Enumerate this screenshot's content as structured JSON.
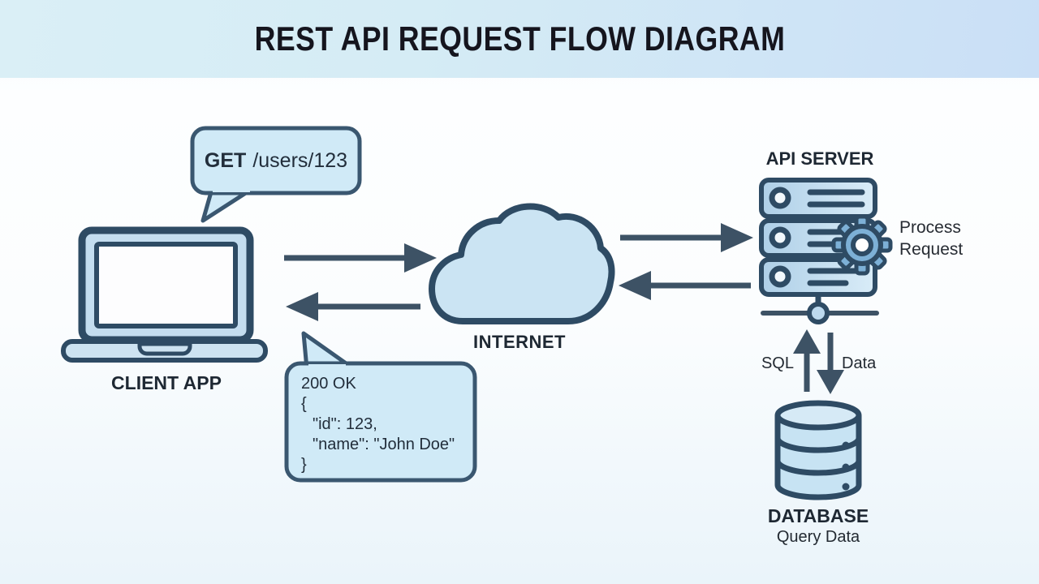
{
  "title": "REST API REQUEST FLOW DIAGRAM",
  "nodes": {
    "client": {
      "label": "CLIENT APP"
    },
    "internet": {
      "label": "INTERNET"
    },
    "api_server": {
      "label": "API SERVER",
      "annotation": "Process Request"
    },
    "database": {
      "label": "DATABASE",
      "sublabel": "Query Data"
    }
  },
  "request_bubble": {
    "method": "GET",
    "path": "/users/123"
  },
  "response_bubble": {
    "lines": [
      "200 OK",
      "{",
      "\"id\": 123,",
      "\"name\": \"John Doe\"",
      "}"
    ]
  },
  "db_link_labels": {
    "up": "SQL",
    "down": "Data"
  },
  "colors": {
    "outline": "#2e4b64",
    "arrow": "#3d5265",
    "bubble_fill": "#d0eaf7",
    "cloud_fill": "#cbe4f3",
    "laptop_fill": "#c4ddef",
    "server_fill_dark": "#aecfe7",
    "server_fill_light": "#d9ecf8",
    "gear_fill": "#7db0d6",
    "database_fill": "#c7e3f3",
    "header_bg_left": "#daeff6",
    "header_bg_right": "#cadff6",
    "title_color": "#15151e"
  }
}
